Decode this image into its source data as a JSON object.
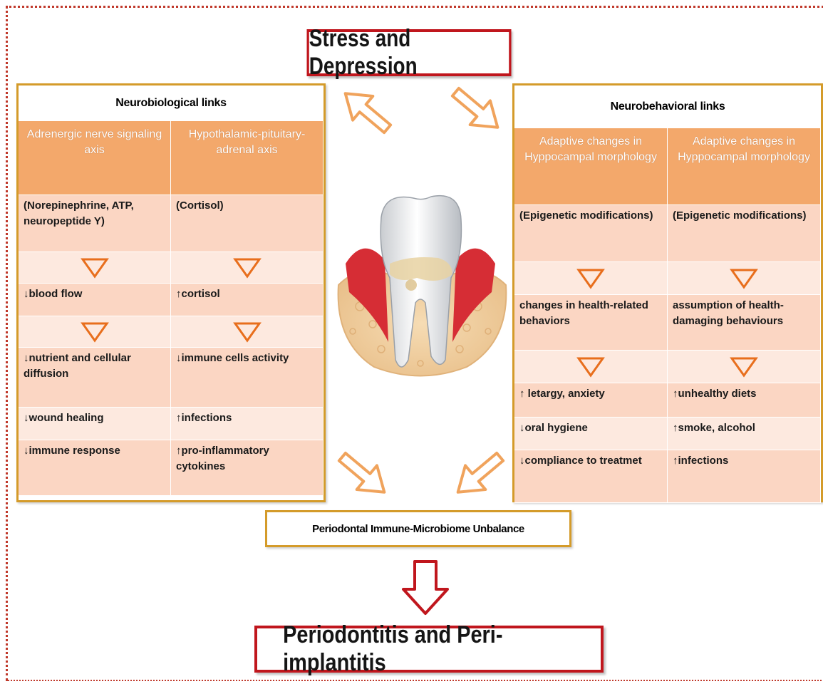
{
  "titles": {
    "top": "Stress and Depression",
    "middle": "Periodontal Immune-Microbiome Unbalance",
    "bottom": "Periodontitis and Peri-implantitis"
  },
  "left_panel": {
    "heading": "Neurobiological links",
    "col_headers": [
      "Adrenergic nerve signaling axis",
      "Hypothalamic-pituitary-adrenal axis"
    ],
    "rows": [
      [
        "(Norepinephrine, ATP, neuropeptide Y)",
        "(Cortisol)"
      ],
      [
        "↓blood flow",
        "↑cortisol"
      ],
      [
        "↓nutrient and cellular diffusion",
        "↓immune cells activity"
      ],
      [
        "↓wound healing",
        "↑infections"
      ],
      [
        "↓immune response",
        "↑pro-inflammatory cytokines"
      ]
    ]
  },
  "right_panel": {
    "heading": "Neurobehavioral links",
    "col_headers": [
      "Adaptive changes in Hyppocampal morphology",
      "Adaptive changes in Hyppocampal morphology"
    ],
    "rows": [
      [
        "(Epigenetic modifications)",
        "(Epigenetic modifications)"
      ],
      [
        "changes in health-related behaviors",
        "assumption of health-damaging behaviours"
      ],
      [
        "↑ letargy, anxiety",
        "↑unhealthy diets"
      ],
      [
        "↓oral hygiene",
        "↑smoke, alcohol"
      ],
      [
        "↓compliance to treatmet",
        "↑infections"
      ]
    ]
  },
  "colors": {
    "title_border": "#c0161d",
    "panel_border": "#d49b2a",
    "header_fill": "#f3a86b",
    "row_dark": "#fbd6c3",
    "row_light": "#fde9df",
    "arrow_orange": "#f0a35c",
    "arrow_red": "#c0161d"
  },
  "icons": [
    "down-triangle-icon",
    "diagonal-arrow-icon",
    "down-arrow-icon",
    "tooth-illustration"
  ]
}
